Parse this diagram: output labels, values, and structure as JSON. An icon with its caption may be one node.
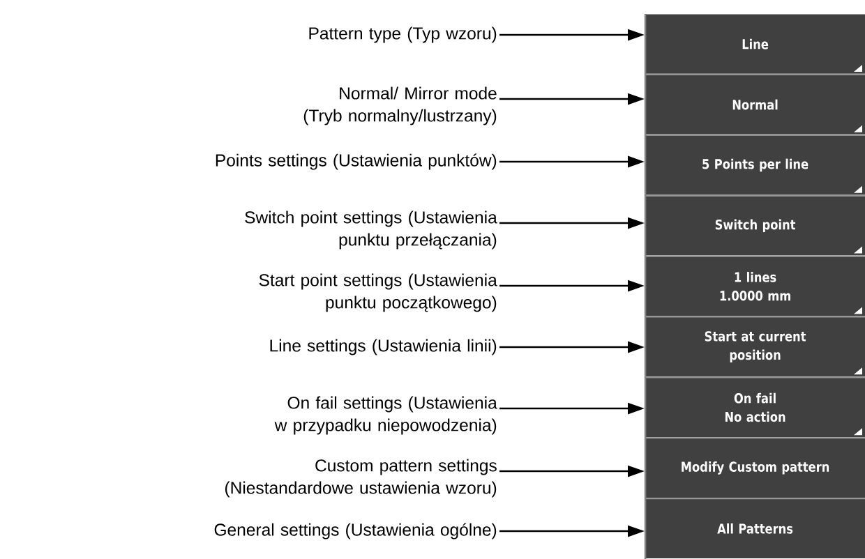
{
  "diagram": {
    "nodes": [
      {
        "text": [
          "Pattern type (Typ wzoru)"
        ]
      },
      {
        "text": [
          "Normal/ Mirror mode (Tryb normalny/lustrzany)"
        ]
      },
      {
        "text": [
          "Points settings (Ustawienia punktów)"
        ]
      },
      {
        "text": [
          "Switch point settings (Ustawienia punktu przełączania)"
        ]
      },
      {
        "text": [
          "Start point settings (Ustawienia punktu początkowego)"
        ]
      },
      {
        "text": [
          "Line settings (Ustawienia linii)"
        ]
      },
      {
        "text": [
          "On fail settings (Ustawienia w przypadku niepowodzenia)"
        ]
      },
      {
        "text": [
          "Custom pattern settings (Niestandardowe ustawienia wzoru)"
        ]
      },
      {
        "text": [
          "General settings (Ustawienia ogólne)"
        ]
      },
      {
        "text": [
          "Line"
        ]
      },
      {
        "text": [
          "Normal"
        ]
      },
      {
        "text": [
          "5 Points per line"
        ]
      },
      {
        "text": [
          "Switch point"
        ]
      },
      {
        "text": [
          "1 lines 1.0000 mm"
        ]
      },
      {
        "text": [
          "Start at current position"
        ]
      },
      {
        "text": [
          "On fail No action"
        ]
      },
      {
        "text": [
          "Modify Custom pattern"
        ]
      },
      {
        "text": [
          "All Patterns"
        ]
      }
    ],
    "edges": [
      {
        "from": 0,
        "to": 9,
        "arrow": "to"
      },
      {
        "from": 1,
        "to": 10,
        "arrow": "to"
      },
      {
        "from": 2,
        "to": 11,
        "arrow": "to"
      },
      {
        "from": 3,
        "to": 12,
        "arrow": "to"
      },
      {
        "from": 4,
        "to": 13,
        "arrow": "to"
      },
      {
        "from": 5,
        "to": 14,
        "arrow": "to"
      },
      {
        "from": 6,
        "to": 15,
        "arrow": "to"
      },
      {
        "from": 7,
        "to": 16,
        "arrow": "to"
      },
      {
        "from": 8,
        "to": 17,
        "arrow": "to"
      }
    ]
  }
}
